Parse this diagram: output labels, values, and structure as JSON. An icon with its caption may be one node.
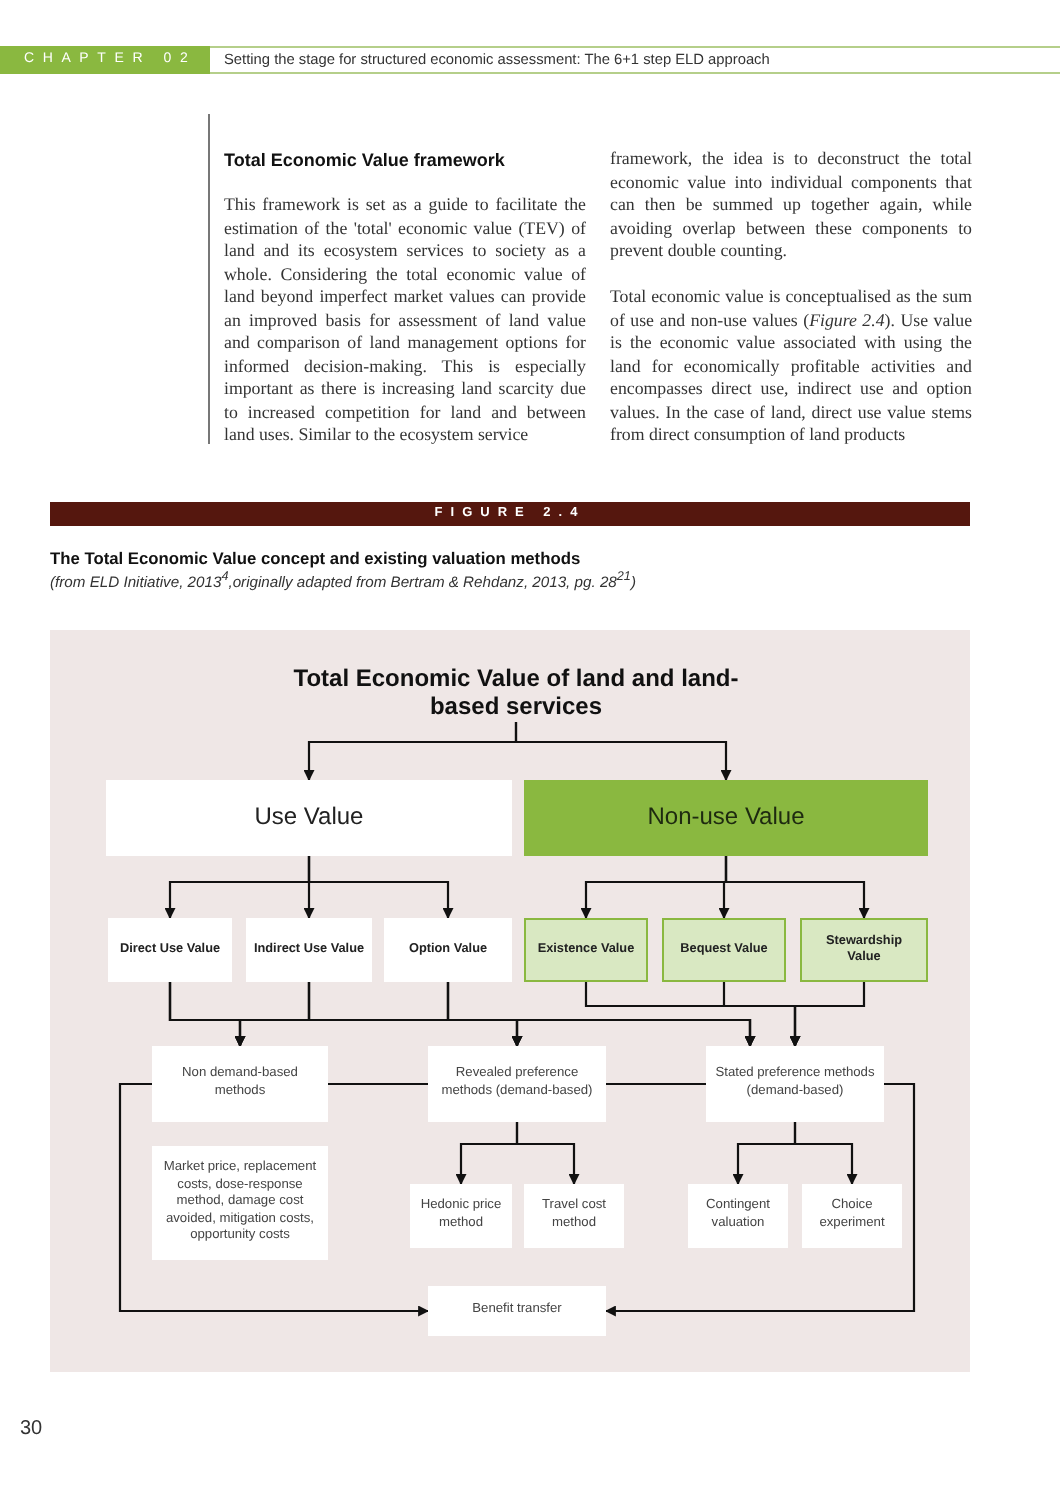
{
  "diagram": {
    "title": "The Total Economic Value concept and existing valuation methods",
    "caption": "(from ELD Initiative, 2013$^{4}$,originally adapted from Bertram & Rehdanz, 2013, pg. 28$^{21}$)",
    "nodes": [
      {
        "text": [
          "Total Economic Value of land and land-based services"
        ]
      },
      {
        "text": [
          "Use Value"
        ]
      },
      {
        "text": [
          "Non-use Value"
        ]
      },
      {
        "text": [
          "Direct Use Value"
        ]
      },
      {
        "text": [
          "Indirect Use Value"
        ]
      },
      {
        "text": [
          "Option Value"
        ]
      },
      {
        "text": [
          "Existence Value"
        ]
      },
      {
        "text": [
          "Bequest Value"
        ]
      },
      {
        "text": [
          "Stewardship Value"
        ]
      },
      {
        "text": [
          "Non demand-based methods"
        ]
      },
      {
        "text": [
          "Revealed preference methods (demand-based)"
        ]
      },
      {
        "text": [
          "Stated preference methods (demand-based)"
        ]
      },
      {
        "text": [
          "Market price, replacement costs, dose-response method, damage cost avoided, mitigation costs, opportunity costs"
        ]
      },
      {
        "text": [
          "Hedonic price method"
        ]
      },
      {
        "text": [
          "Travel cost method"
        ]
      },
      {
        "text": [
          "Contingent valuation"
        ]
      },
      {
        "text": [
          "Choice experiment"
        ]
      },
      {
        "text": [
          "Benefit transfer"
        ]
      }
    ],
    "edges": [
      {
        "from": 0,
        "to": 1,
        "arrow": "to"
      },
      {
        "from": 0,
        "to": 2,
        "arrow": "to"
      },
      {
        "from": 1,
        "to": 3,
        "arrow": "to"
      },
      {
        "from": 1,
        "to": 4,
        "arrow": "to"
      },
      {
        "from": 1,
        "to": 5,
        "arrow": "to"
      },
      {
        "from": 2,
        "to": 6,
        "arrow": "to"
      },
      {
        "from": 2,
        "to": 7,
        "arrow": "to"
      },
      {
        "from": 2,
        "to": 8,
        "arrow": "to"
      },
      {
        "from": 3,
        "to": 9,
        "arrow": "to"
      },
      {
        "from": 3,
        "to": 10,
        "arrow": "to"
      },
      {
        "from": 3,
        "to": 11,
        "arrow": "to"
      },
      {
        "from": 4,
        "to": 9,
        "arrow": "to"
      },
      {
        "from": 4,
        "to": 10,
        "arrow": "to"
      },
      {
        "from": 4,
        "to": 11,
        "arrow": "to"
      },
      {
        "from": 5,
        "to": 9,
        "arrow": "to"
      },
      {
        "from": 5,
        "to": 10,
        "arrow": "to"
      },
      {
        "from": 5,
        "to": 11,
        "arrow": "to"
      },
      {
        "from": 6,
        "to": 11,
        "arrow": "to"
      },
      {
        "from": 7,
        "to": 11,
        "arrow": "to"
      },
      {
        "from": 8,
        "to": 11,
        "arrow": "to"
      },
      {
        "from": 9,
        "to": 10,
        "arrow": "none"
      },
      {
        "from": 10,
        "to": 11,
        "arrow": "none"
      },
      {
        "from": 9,
        "to": 17,
        "arrow": "to"
      },
      {
        "from": 11,
        "to": 17,
        "arrow": "to"
      },
      {
        "from": 10,
        "to": 13,
        "arrow": "to"
      },
      {
        "from": 10,
        "to": 14,
        "arrow": "to"
      },
      {
        "from": 11,
        "to": 15,
        "arrow": "to"
      },
      {
        "from": 11,
        "to": 16,
        "arrow": "to"
      }
    ],
    "labels": [
      "CHAPTER 02",
      "Setting the stage for structured economic assessment: The 6+1 step ELD approach",
      "Total Economic Value framework",
      "This framework is set as a guide to facilitate the estimation of the 'total' economic value (TEV) of land and its ecosystem services to society as a whole. Considering the total economic value of land beyond imperfect market values can provide an improved basis for assessment of land value and comparison of land management options for informed decision-making. This is especially important as there is increasing land scarcity due to increased competition for land and between land uses. Similar to the ecosystem service",
      "framework, the idea is to deconstruct the total economic value into individual components that can then be summed up together again, while avoiding overlap between these components to prevent double counting.",
      "Total economic value is conceptualised as the sum of use and non-use values (*Figure 2.4*). Use value is the economic value associated with using the land for economically profitable activities and encompasses direct use, indirect use and option values. In the case of land, direct use value stems from direct consumption of land products",
      "FIGURE 2.4",
      "30"
    ]
  }
}
